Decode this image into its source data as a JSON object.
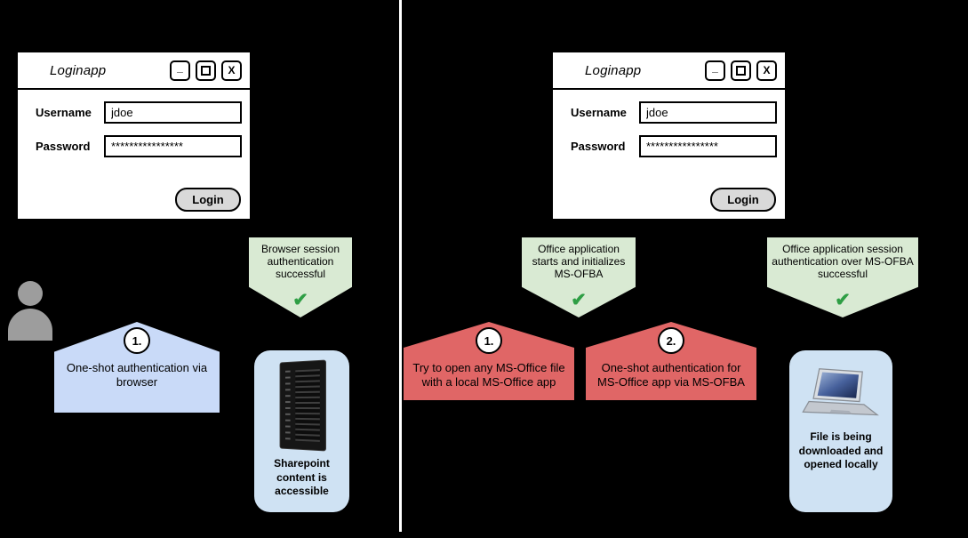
{
  "colors": {
    "background": "#000000",
    "divider": "#ffffff",
    "success_callout_green": "#d9ead3",
    "action_callout_red": "#e06666",
    "step_callout_blue": "#c9daf8",
    "panel_blue": "#cfe2f3",
    "checkmark_green": "#2e9e44",
    "login_button_gray": "#d9d9d9"
  },
  "login_window": {
    "title": "Loginapp",
    "minimize_glyph": "_",
    "close_glyph": "X",
    "username_label": "Username",
    "username_value": "jdoe",
    "password_label": "Password",
    "password_value": "****************",
    "login_label": "Login"
  },
  "left_flow": {
    "result_callout": {
      "text": "Browser session authentication successful",
      "check": "✔"
    },
    "step_1": {
      "number": "1.",
      "text": "One-shot authentication via browser"
    },
    "server_caption": "Sharepoint content is accessible"
  },
  "right_flow": {
    "init_callout": {
      "text": "Office application starts and initializes MS-OFBA",
      "check": "✔"
    },
    "success_callout": {
      "text": "Office application session authentication over MS-OFBA successful",
      "check": "✔"
    },
    "step_1": {
      "number": "1.",
      "text": "Try to open any MS-Office file with a local MS-Office app"
    },
    "step_2": {
      "number": "2.",
      "text": "One-shot authentication for MS-Office app via MS-OFBA"
    },
    "laptop_caption": "File is being downloaded and opened locally"
  }
}
